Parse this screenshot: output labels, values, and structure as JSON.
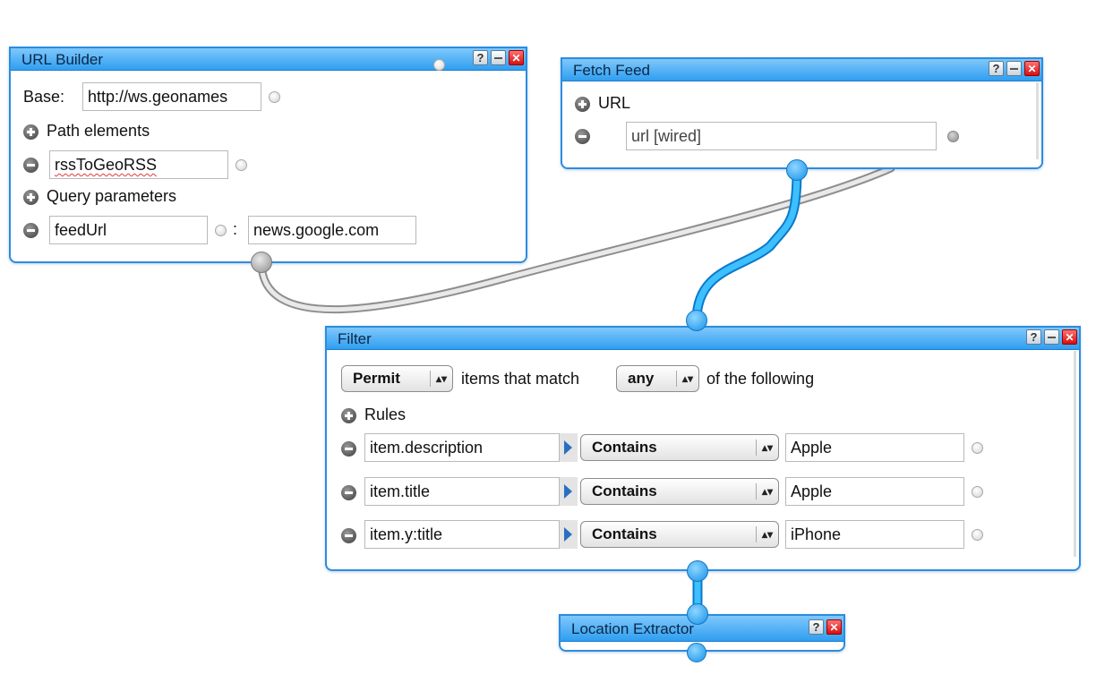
{
  "modules": {
    "url_builder": {
      "title": "URL Builder",
      "base_label": "Base:",
      "base_value": "http://ws.geonames",
      "path_elements_label": "Path elements",
      "path_value": "rssToGeoRSS",
      "query_label": "Query parameters",
      "param_key": "feedUrl",
      "param_separator": ":",
      "param_value": "news.google.com"
    },
    "fetch_feed": {
      "title": "Fetch Feed",
      "url_label": "URL",
      "url_value": "url [wired]"
    },
    "filter": {
      "title": "Filter",
      "mode": "Permit",
      "text_mid": "items that match",
      "match": "any",
      "text_end": "of the following",
      "rules_label": "Rules",
      "rules": [
        {
          "field": "item.description",
          "operator": "Contains",
          "value": "Apple"
        },
        {
          "field": "item.title",
          "operator": "Contains",
          "value": "Apple"
        },
        {
          "field": "item.y:title",
          "operator": "Contains",
          "value": "iPhone"
        }
      ]
    },
    "location_extractor": {
      "title": "Location Extractor"
    }
  },
  "icons": [
    "help-icon",
    "minimize-icon",
    "close-icon",
    "add-icon",
    "remove-icon",
    "terminal-icon",
    "select-arrows-icon",
    "pointer-arrow-icon"
  ],
  "colors": {
    "accent": "#2b8de0",
    "wire_blue": "#1aa3ef",
    "wire_grey": "#b5b5b5",
    "close": "#d80e0e"
  }
}
